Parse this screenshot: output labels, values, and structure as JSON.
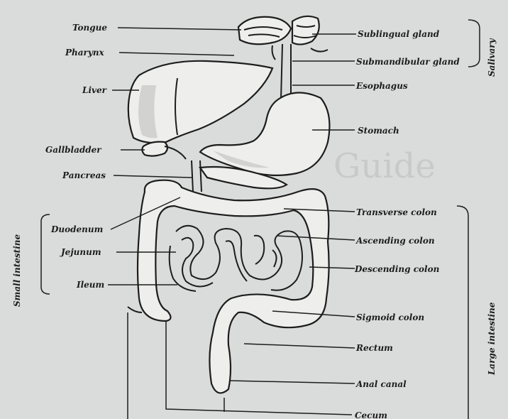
{
  "labels_left": {
    "tongue": "Tongue",
    "pharynx": "Pharynx",
    "liver": "Liver",
    "gallbladder": "Gallbladder",
    "pancreas": "Pancreas",
    "duodenum": "Duodenum",
    "jejunum": "Jejunum",
    "ileum": "Ileum"
  },
  "labels_right": {
    "sublingual": "Sublingual gland",
    "submandibular": "Submandibular gland",
    "esophagus": "Esophagus",
    "stomach": "Stomach",
    "transverse": "Transverse colon",
    "ascending": "Ascending colon",
    "descending": "Descending colon",
    "sigmoid": "Sigmoid colon",
    "rectum": "Rectum",
    "anal": "Anal canal",
    "cecum": "Cecum"
  },
  "groups": {
    "small_intestine": "Small intestine",
    "large_intestine": "Large intestine",
    "salivary": "Salivary"
  },
  "colors": {
    "background": "#d9dcdb",
    "ink": "#1d1d1d",
    "organ_fill": "#eeeeec"
  }
}
